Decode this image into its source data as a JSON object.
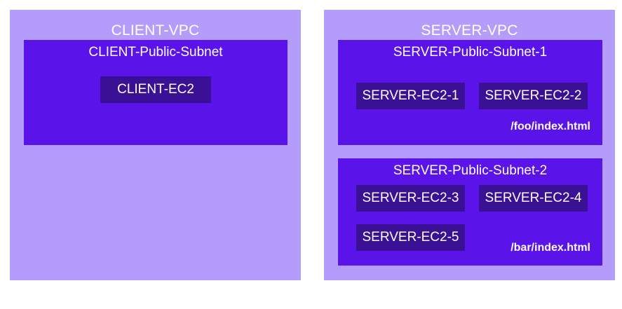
{
  "colors": {
    "vpc-fill": "#b49cfa",
    "subnet-fill": "#5a13e8",
    "ec2-fill": "#3a1095",
    "text": "#ffffff"
  },
  "vpcs": [
    {
      "title": "CLIENT-VPC",
      "subnets": [
        {
          "title": "CLIENT-Public-Subnet",
          "ec2s": [
            "CLIENT-EC2"
          ],
          "note": ""
        }
      ]
    },
    {
      "title": "SERVER-VPC",
      "subnets": [
        {
          "title": "SERVER-Public-Subnet-1",
          "ec2s": [
            "SERVER-EC2-1",
            "SERVER-EC2-2"
          ],
          "note": "/foo/index.html"
        },
        {
          "title": "SERVER-Public-Subnet-2",
          "ec2s": [
            "SERVER-EC2-3",
            "SERVER-EC2-4",
            "SERVER-EC2-5"
          ],
          "note": "/bar/index.html"
        }
      ]
    }
  ]
}
